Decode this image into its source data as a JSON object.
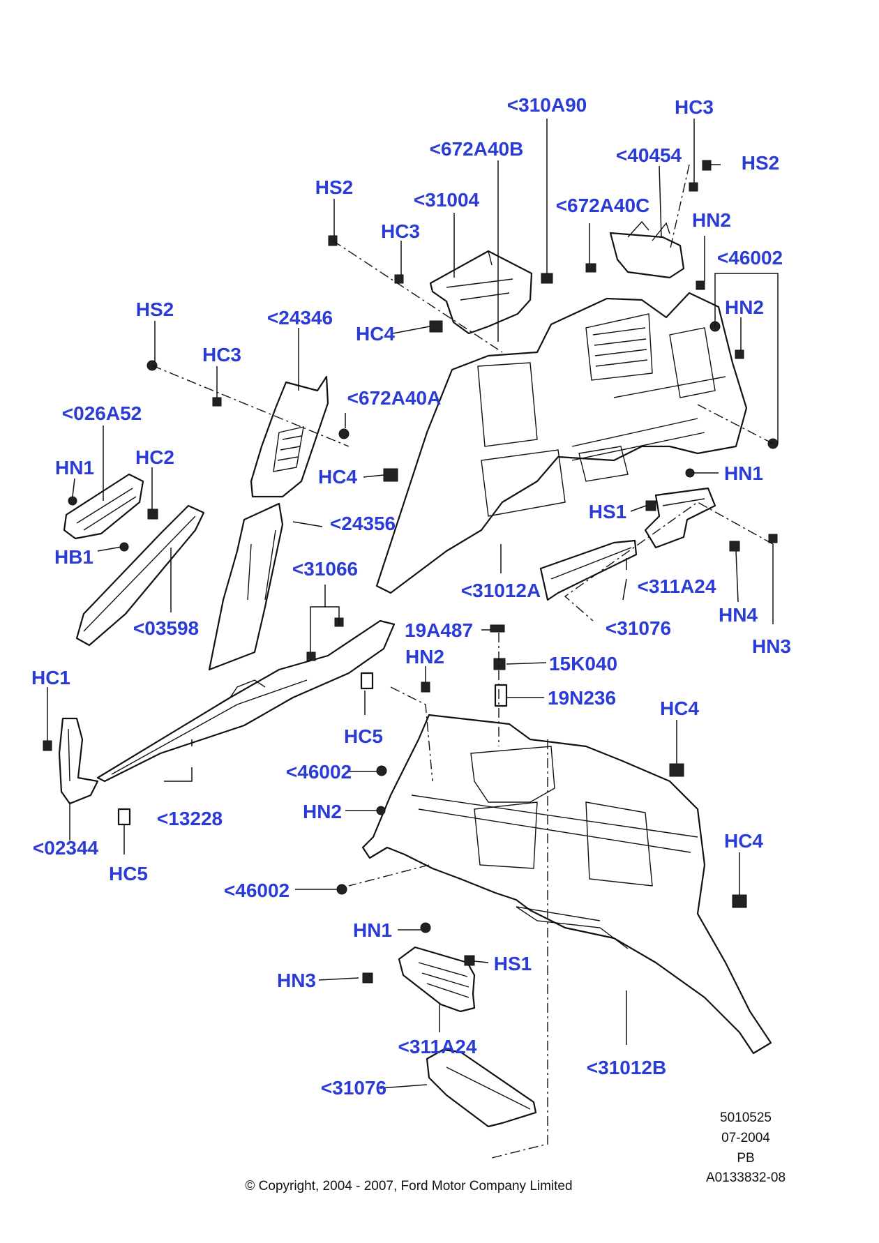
{
  "labels": {
    "hc3_top": "HC3",
    "p310a90": "<310A90",
    "p672a40b": "<672A40B",
    "p40454": "<40454",
    "hs2_right": "HS2",
    "hs2_top": "HS2",
    "p31004": "<31004",
    "p672a40c": "<672A40C",
    "hn2_top": "HN2",
    "hc3_mid": "HC3",
    "p46002_top": "<46002",
    "hs2_left": "HS2",
    "hn2_right": "HN2",
    "p24346": "<24346",
    "hc4_top": "HC4",
    "hc3_left": "HC3",
    "p672a40a": "<672A40A",
    "p026a52": "<026A52",
    "hc2": "HC2",
    "hn1_left": "HN1",
    "hc4_mid": "HC4",
    "hn1_right": "HN1",
    "hs1_top": "HS1",
    "p24356": "<24356",
    "hb1": "HB1",
    "p31066": "<31066",
    "p31012a": "<31012A",
    "p311a24_top": "<311A24",
    "hn4": "HN4",
    "p03598": "<03598",
    "p19a487": "19A487",
    "p31076_top": "<31076",
    "hn3_right": "HN3",
    "hn2_mid": "HN2",
    "p15k040": "15K040",
    "hc1": "HC1",
    "p19n236": "19N236",
    "hc4_right": "HC4",
    "hc5_mid": "HC5",
    "p46002_mid": "<46002",
    "p13228": "<13228",
    "hn2_low": "HN2",
    "p02344": "<02344",
    "hc4_low": "HC4",
    "hc5_left": "HC5",
    "p46002_low": "<46002",
    "hn1_low": "HN1",
    "hs1_low": "HS1",
    "hn3_low": "HN3",
    "p311a24_low": "<311A24",
    "p31012b": "<31012B",
    "p31076_low": "<31076"
  },
  "footer": {
    "copyright": "© Copyright, 2004 - 2007, Ford Motor Company Limited",
    "doc_number": "5010525",
    "date": "07-2004",
    "code": "PB",
    "ref": "A0133832-08"
  },
  "colors": {
    "callout": "#2b3bd6",
    "line": "#111111"
  }
}
